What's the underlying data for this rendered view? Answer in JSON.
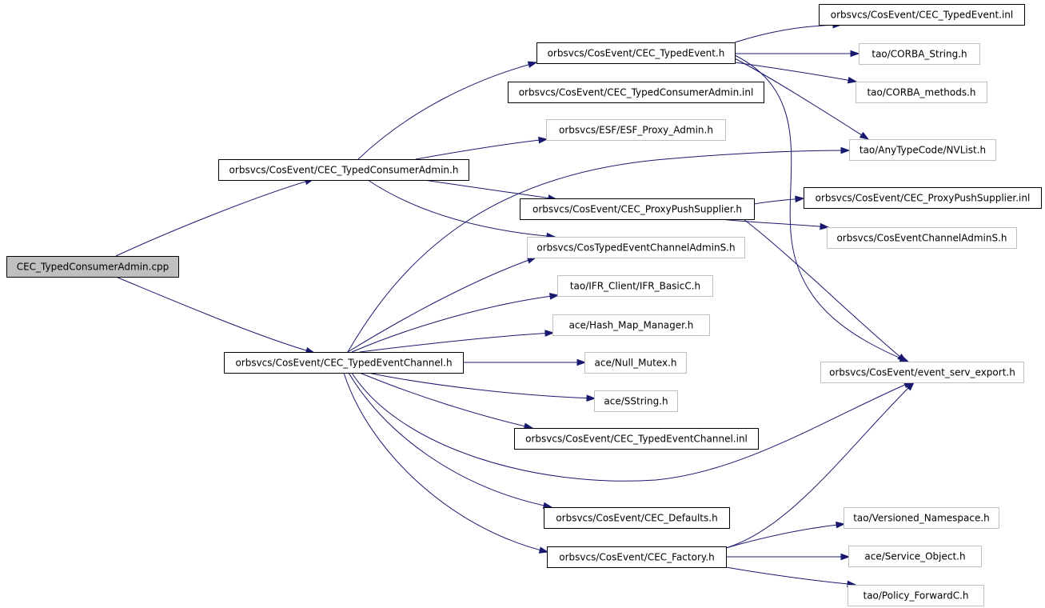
{
  "colors": {
    "edge": "#191970",
    "root_fill": "#bfbfbf",
    "node_fill": "#ffffff",
    "documented_border": "#000000",
    "undocumented_border": "#bfbfbf"
  },
  "nodes": {
    "root": {
      "label": "CEC_TypedConsumerAdmin.cpp",
      "kind": "root"
    },
    "typed_consumer_admin_h": {
      "label": "orbsvcs/CosEvent/CEC_TypedConsumerAdmin.h",
      "kind": "documented"
    },
    "typed_event_channel_h": {
      "label": "orbsvcs/CosEvent/CEC_TypedEventChannel.h",
      "kind": "documented"
    },
    "typed_event_h": {
      "label": "orbsvcs/CosEvent/CEC_TypedEvent.h",
      "kind": "documented"
    },
    "typed_consumer_admin_inl": {
      "label": "orbsvcs/CosEvent/CEC_TypedConsumerAdmin.inl",
      "kind": "documented"
    },
    "esf_proxy_admin_h": {
      "label": "orbsvcs/ESF/ESF_Proxy_Admin.h",
      "kind": "undocumented"
    },
    "proxy_push_supplier_h": {
      "label": "orbsvcs/CosEvent/CEC_ProxyPushSupplier.h",
      "kind": "documented"
    },
    "cos_typed_event_channel_admin_s_h": {
      "label": "orbsvcs/CosTypedEventChannelAdminS.h",
      "kind": "undocumented"
    },
    "ifr_basic_c_h": {
      "label": "tao/IFR_Client/IFR_BasicC.h",
      "kind": "undocumented"
    },
    "hash_map_manager_h": {
      "label": "ace/Hash_Map_Manager.h",
      "kind": "undocumented"
    },
    "null_mutex_h": {
      "label": "ace/Null_Mutex.h",
      "kind": "undocumented"
    },
    "sstring_h": {
      "label": "ace/SString.h",
      "kind": "undocumented"
    },
    "typed_event_channel_inl": {
      "label": "orbsvcs/CosEvent/CEC_TypedEventChannel.inl",
      "kind": "documented"
    },
    "defaults_h": {
      "label": "orbsvcs/CosEvent/CEC_Defaults.h",
      "kind": "documented"
    },
    "factory_h": {
      "label": "orbsvcs/CosEvent/CEC_Factory.h",
      "kind": "documented"
    },
    "typed_event_inl": {
      "label": "orbsvcs/CosEvent/CEC_TypedEvent.inl",
      "kind": "documented"
    },
    "corba_string_h": {
      "label": "tao/CORBA_String.h",
      "kind": "undocumented"
    },
    "corba_methods_h": {
      "label": "tao/CORBA_methods.h",
      "kind": "undocumented"
    },
    "nvlist_h": {
      "label": "tao/AnyTypeCode/NVList.h",
      "kind": "undocumented"
    },
    "proxy_push_supplier_inl": {
      "label": "orbsvcs/CosEvent/CEC_ProxyPushSupplier.inl",
      "kind": "documented"
    },
    "cos_event_channel_admin_s_h": {
      "label": "orbsvcs/CosEventChannelAdminS.h",
      "kind": "undocumented"
    },
    "event_serv_export_h": {
      "label": "orbsvcs/CosEvent/event_serv_export.h",
      "kind": "undocumented"
    },
    "versioned_namespace_h": {
      "label": "tao/Versioned_Namespace.h",
      "kind": "undocumented"
    },
    "service_object_h": {
      "label": "ace/Service_Object.h",
      "kind": "undocumented"
    },
    "policy_forward_c_h": {
      "label": "tao/Policy_ForwardC.h",
      "kind": "undocumented"
    }
  }
}
